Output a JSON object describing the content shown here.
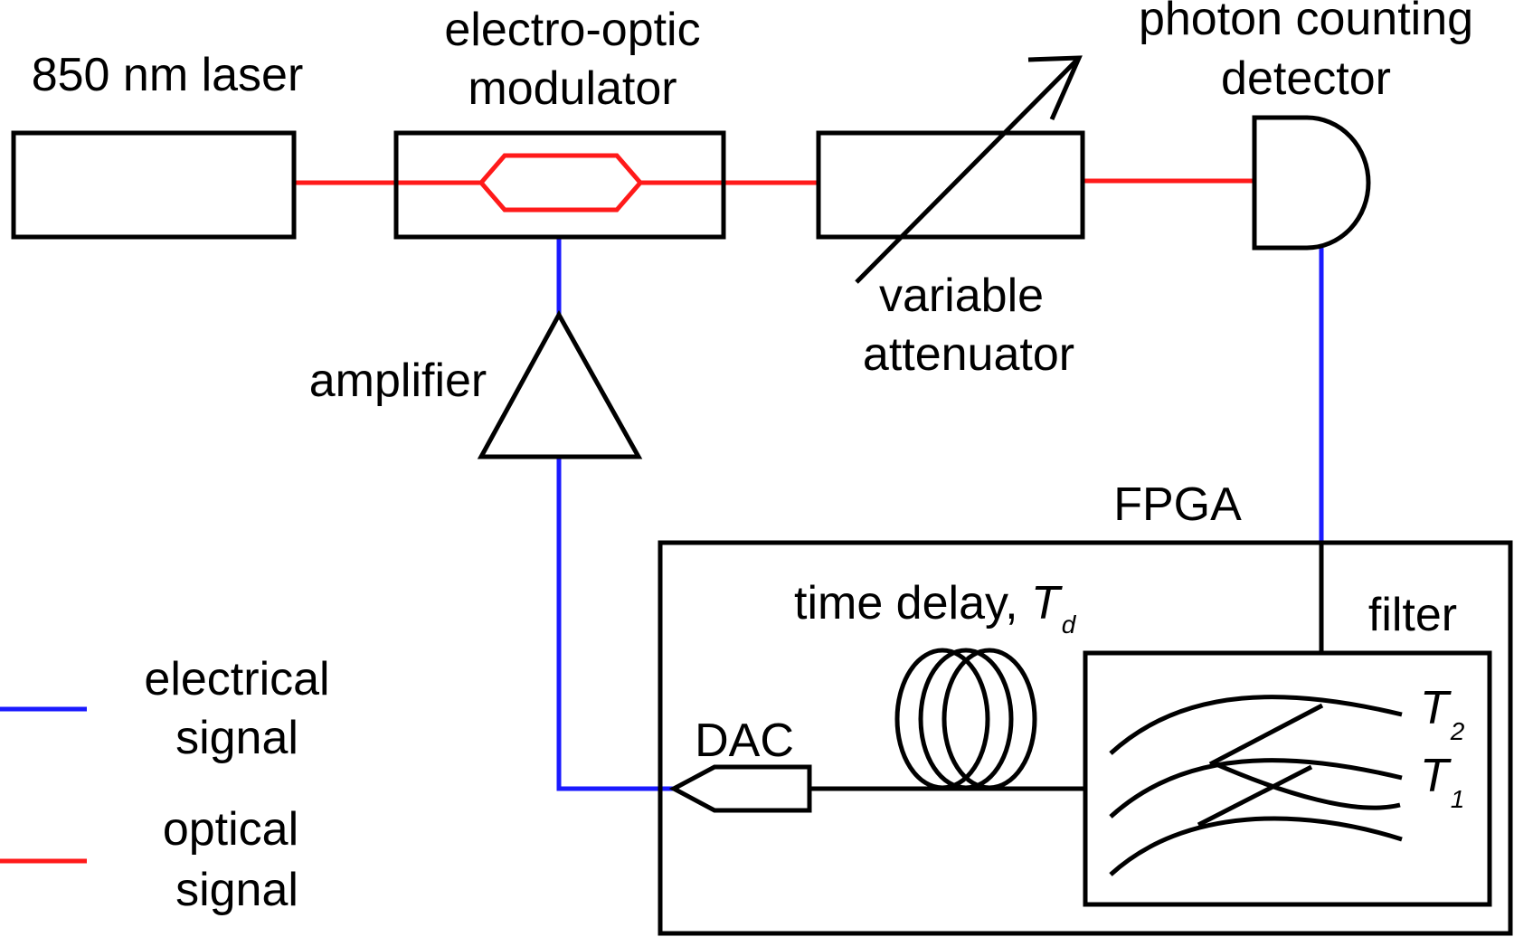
{
  "labels": {
    "laser": "850 nm laser",
    "eom_line1": "electro-optic",
    "eom_line2": "modulator",
    "attenuator_line1": "variable",
    "attenuator_line2": "attenuator",
    "detector_line1": "photon counting",
    "detector_line2": "detector",
    "amplifier": "amplifier",
    "fpga": "FPGA",
    "time_delay": "time delay, ",
    "td_symbol": "T",
    "td_sub": "d",
    "filter": "filter",
    "t2_symbol": "T",
    "t2_sub": "2",
    "t1_symbol": "T",
    "t1_sub": "1",
    "dac": "DAC"
  },
  "legend": {
    "electrical_line1": "electrical",
    "electrical_line2": "signal",
    "optical_line1": "optical",
    "optical_line2": "signal"
  },
  "colors": {
    "electrical": "#1a1aff",
    "optical": "#ff1a1a",
    "outline": "#000000"
  }
}
